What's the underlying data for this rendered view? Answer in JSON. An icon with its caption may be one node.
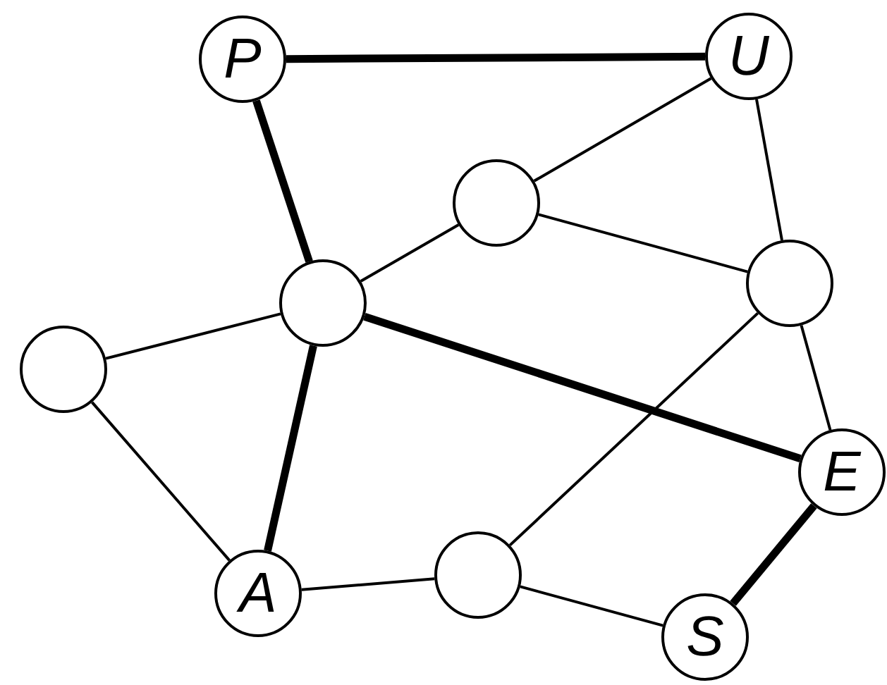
{
  "diagram": {
    "nodes": [
      {
        "text": [
          "P"
        ]
      },
      {
        "text": [
          "U"
        ]
      },
      {
        "text": [],
        "shape": "circle"
      },
      {
        "text": [],
        "shape": "circle"
      },
      {
        "text": [],
        "shape": "circle"
      },
      {
        "text": [],
        "shape": "circle"
      },
      {
        "text": [
          "E"
        ]
      },
      {
        "text": [
          "A"
        ]
      },
      {
        "text": [],
        "shape": "circle"
      },
      {
        "text": [
          "S"
        ]
      }
    ],
    "edges": [
      {
        "from": 0,
        "to": 1,
        "arrow": "none",
        "style": "thick"
      },
      {
        "from": 0,
        "to": 4,
        "arrow": "none",
        "style": "thick"
      },
      {
        "from": 1,
        "to": 2,
        "arrow": "none"
      },
      {
        "from": 1,
        "to": 3,
        "arrow": "none"
      },
      {
        "from": 2,
        "to": 4,
        "arrow": "none"
      },
      {
        "from": 2,
        "to": 3,
        "arrow": "none"
      },
      {
        "from": 4,
        "to": 5,
        "arrow": "none"
      },
      {
        "from": 4,
        "to": 6,
        "arrow": "none",
        "style": "thick"
      },
      {
        "from": 4,
        "to": 7,
        "arrow": "none",
        "style": "thick"
      },
      {
        "from": 3,
        "to": 6,
        "arrow": "none"
      },
      {
        "from": 3,
        "to": 8,
        "arrow": "none"
      },
      {
        "from": 5,
        "to": 7,
        "arrow": "none"
      },
      {
        "from": 7,
        "to": 8,
        "arrow": "none"
      },
      {
        "from": 8,
        "to": 9,
        "arrow": "none"
      },
      {
        "from": 6,
        "to": 9,
        "arrow": "none",
        "style": "thick"
      }
    ]
  }
}
